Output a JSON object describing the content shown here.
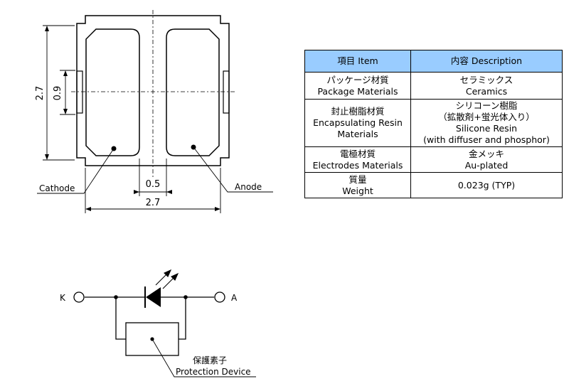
{
  "package_drawing": {
    "dim_height": "2.7",
    "dim_pad_height": "0.9",
    "dim_gap": "0.5",
    "dim_width": "2.7",
    "cathode_label": "Cathode",
    "anode_label": "Anode"
  },
  "spec_table": {
    "header_item": "項目 Item",
    "header_description": "内容 Description",
    "rows": [
      {
        "item_ja": "パッケージ材質",
        "item_en": "Package Materials",
        "desc": [
          "セラミックス",
          "Ceramics"
        ]
      },
      {
        "item_ja": "封止樹脂材質",
        "item_en": "Encapsulating Resin",
        "item_en2": "Materials",
        "desc": [
          "シリコーン樹脂",
          "（拡散剤+蛍光体入り）",
          "Silicone Resin",
          "(with diffuser and phosphor)"
        ]
      },
      {
        "item_ja": "電極材質",
        "item_en": "Electrodes Materials",
        "desc": [
          "金メッキ",
          "Au-plated"
        ]
      },
      {
        "item_ja": "質量",
        "item_en": "Weight",
        "desc": [
          "0.023g (TYP)"
        ]
      }
    ]
  },
  "circuit": {
    "terminal_k": "K",
    "terminal_a": "A",
    "protection_ja": "保護素子",
    "protection_en": "Protection Device"
  }
}
